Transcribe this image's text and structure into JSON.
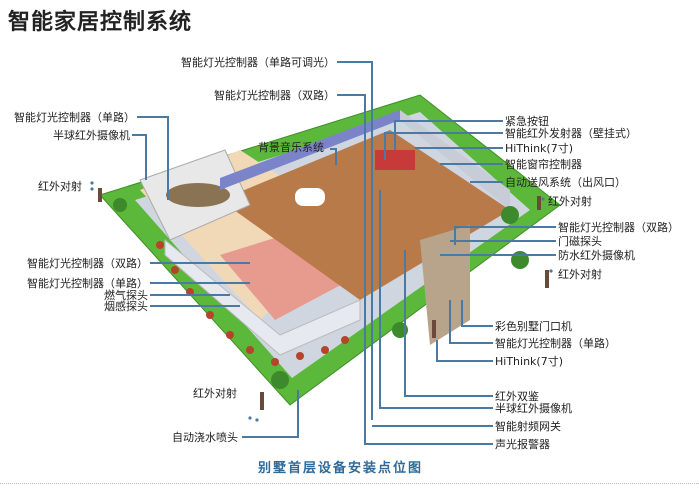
{
  "title": "智能家居控制系统",
  "caption": "别墅首层设备安装点位图",
  "left_labels": [
    "智能灯光控制器（单路可调光）",
    "智能灯光控制器（双路）",
    "智能灯光控制器（单路）",
    "半球红外摄像机",
    "背景音乐系统",
    "红外对射",
    "智能灯光控制器（双路）",
    "智能灯光控制器（单路）",
    "燃气探头",
    "烟感探头",
    "红外对射",
    "自动浇水喷头"
  ],
  "right_labels": [
    "紧急按钮",
    "智能红外发射器（壁挂式）",
    "HiThink(7寸)",
    "智能窗帘控制器",
    "自动送风系统（出风口）",
    "红外对射",
    "智能灯光控制器（双路）",
    "门磁探头",
    "防水红外摄像机",
    "红外对射",
    "彩色别墅门口机",
    "智能灯光控制器（单路）",
    "HiThink(7寸)",
    "红外双鉴",
    "半球红外摄像机",
    "智能射频网关",
    "声光报警器"
  ],
  "colors": {
    "leader": "#4a7aa3",
    "lawn": "#5cb83a",
    "caption": "#2f6a9a"
  }
}
